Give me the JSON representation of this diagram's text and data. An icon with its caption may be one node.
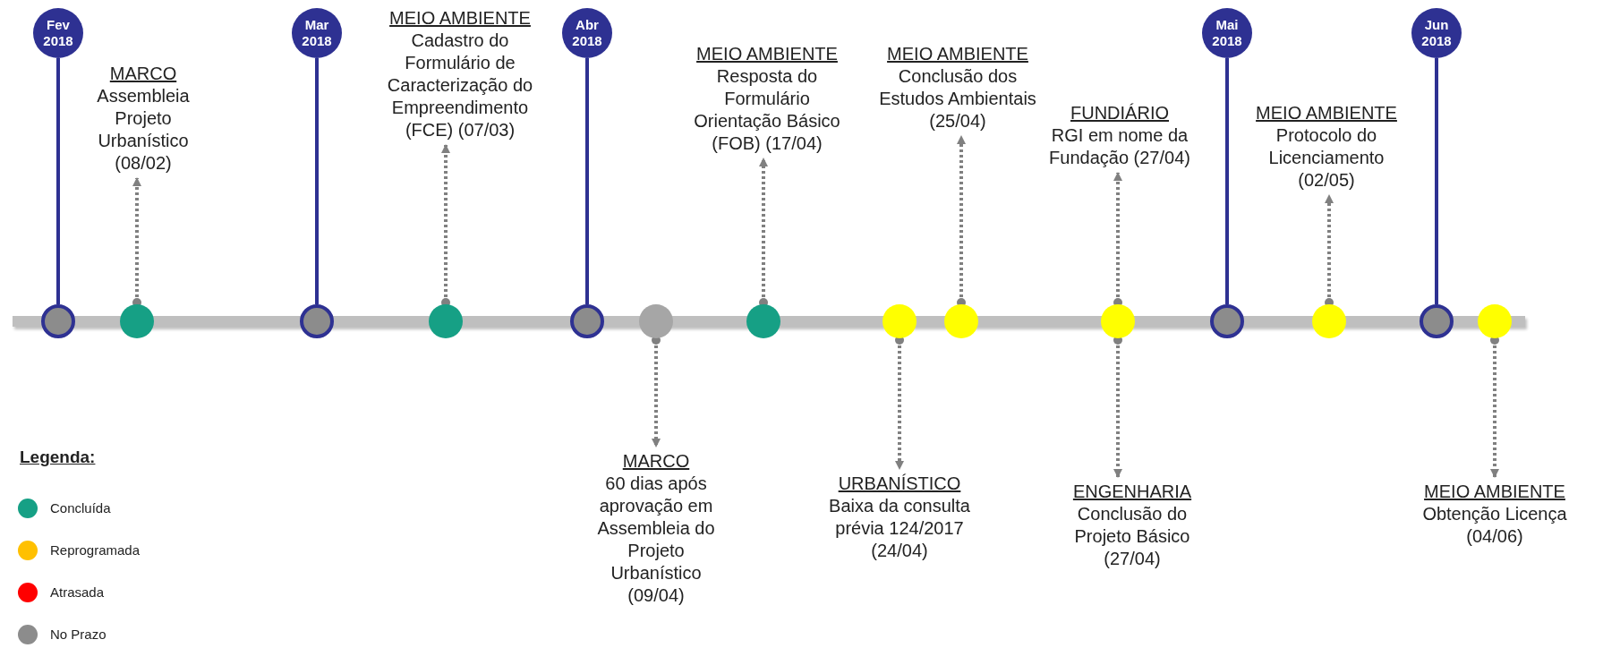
{
  "diagram": {
    "nodes": [
      {
        "text": [
          "Fev 2018"
        ]
      },
      {
        "text": [],
        "shape": "circle"
      },
      {
        "text": [],
        "shape": "circle"
      },
      {
        "text": [
          "MARCO",
          "Assembleia Projeto Urbanístico (08/02)"
        ]
      },
      {
        "text": [
          "Mar 2018"
        ]
      },
      {
        "text": [],
        "shape": "circle"
      },
      {
        "text": [],
        "shape": "circle"
      },
      {
        "text": [
          "MEIO AMBIENTE",
          "Cadastro do Formulário de Caracterização do Empreendimento (FCE) (07/03)"
        ]
      },
      {
        "text": [
          "Abr 2018"
        ]
      },
      {
        "text": [],
        "shape": "circle"
      },
      {
        "text": [],
        "shape": "circle"
      },
      {
        "text": [
          "MARCO",
          "60 dias após aprovação em Assembleia do Projeto Urbanístico (09/04)"
        ]
      },
      {
        "text": [],
        "shape": "circle"
      },
      {
        "text": [
          "MEIO AMBIENTE",
          "Resposta do Formulário Orientação Básico (FOB) (17/04)"
        ]
      },
      {
        "text": [],
        "shape": "circle"
      },
      {
        "text": [
          "URBANÍSTICO",
          "Baixa da consulta prévia 124/2017 (24/04)"
        ]
      },
      {
        "text": [],
        "shape": "circle"
      },
      {
        "text": [
          "MEIO AMBIENTE",
          "Conclusão dos Estudos Ambientais (25/04)"
        ]
      },
      {
        "text": [],
        "shape": "circle"
      },
      {
        "text": [
          "FUNDIÁRIO",
          "RGI em nome da Fundação (27/04)"
        ]
      },
      {
        "text": [
          "ENGENHARIA",
          "Conclusão do Projeto Básico (27/04)"
        ]
      },
      {
        "text": [
          "Mai 2018"
        ]
      },
      {
        "text": [],
        "shape": "circle"
      },
      {
        "text": [],
        "shape": "circle"
      },
      {
        "text": [
          "MEIO AMBIENTE",
          "Protocolo do Licenciamento (02/05)"
        ]
      },
      {
        "text": [
          "Jun 2018"
        ]
      },
      {
        "text": [],
        "shape": "circle"
      },
      {
        "text": [],
        "shape": "circle"
      },
      {
        "text": [
          "MEIO AMBIENTE",
          "Obtenção Licença (04/06)"
        ]
      }
    ],
    "edges": [
      {
        "from": 1,
        "to": 0,
        "arrow": "none",
        "color": "#2e3192"
      },
      {
        "from": 2,
        "to": 3,
        "arrow": "to",
        "style": "dashed"
      },
      {
        "from": 5,
        "to": 4,
        "arrow": "none",
        "color": "#2e3192"
      },
      {
        "from": 6,
        "to": 7,
        "arrow": "to",
        "style": "dashed"
      },
      {
        "from": 9,
        "to": 8,
        "arrow": "none",
        "color": "#2e3192"
      },
      {
        "from": 10,
        "to": 11,
        "arrow": "to",
        "style": "dashed"
      },
      {
        "from": 12,
        "to": 13,
        "arrow": "to",
        "style": "dashed"
      },
      {
        "from": 14,
        "to": 15,
        "arrow": "to",
        "style": "dashed"
      },
      {
        "from": 16,
        "to": 17,
        "arrow": "to",
        "style": "dashed"
      },
      {
        "from": 18,
        "to": 19,
        "arrow": "to",
        "style": "dashed"
      },
      {
        "from": 18,
        "to": 20,
        "arrow": "to",
        "style": "dashed"
      },
      {
        "from": 22,
        "to": 21,
        "arrow": "none",
        "color": "#2e3192"
      },
      {
        "from": 23,
        "to": 24,
        "arrow": "to",
        "style": "dashed"
      },
      {
        "from": 26,
        "to": 25,
        "arrow": "none",
        "color": "#2e3192"
      },
      {
        "from": 27,
        "to": 28,
        "arrow": "to",
        "style": "dashed"
      }
    ],
    "labels": [
      "Legenda:"
    ],
    "legend": [
      {
        "text": "Concluída",
        "color": "#16a085"
      },
      {
        "text": "Reprogramada",
        "color": "#ffc000"
      },
      {
        "text": "Atrasada",
        "color": "#ff0000"
      },
      {
        "text": "No Prazo",
        "color": "#8c8c8c"
      }
    ]
  }
}
